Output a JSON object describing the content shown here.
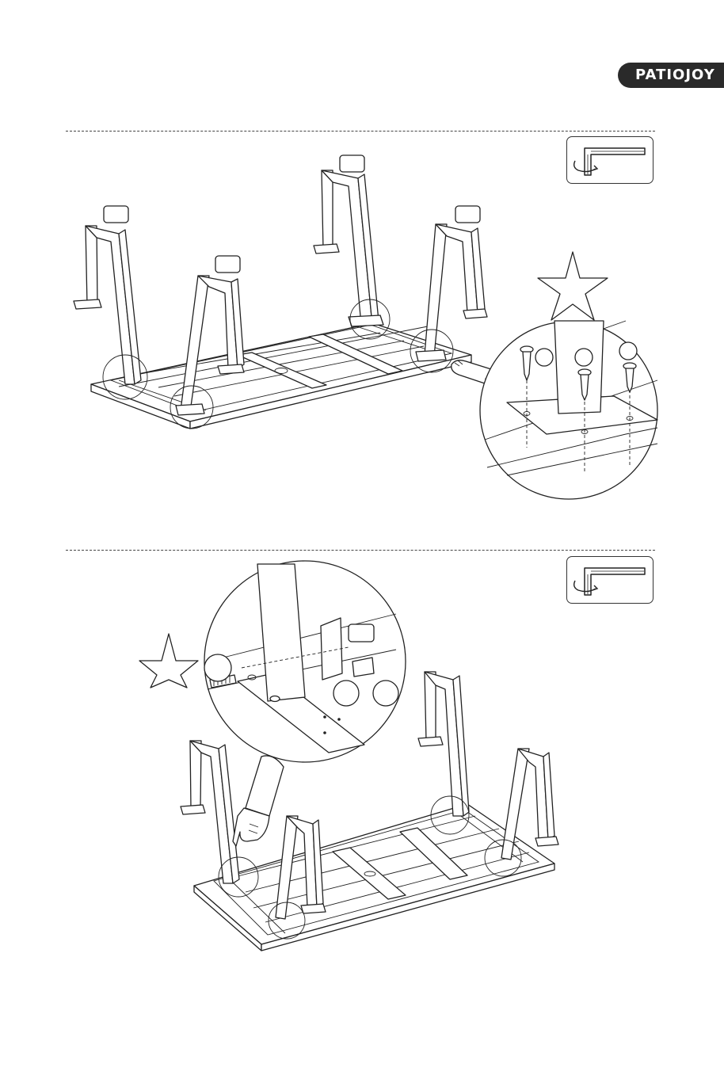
{
  "brand": {
    "logo_text": "PATIOJOY"
  },
  "steps": [
    {
      "id": "step-upper",
      "tool_icon": "allen-key-icon",
      "highlight_icon": "star-icon"
    },
    {
      "id": "step-lower",
      "tool_icon": "allen-key-icon",
      "highlight_icon": "star-icon"
    }
  ]
}
